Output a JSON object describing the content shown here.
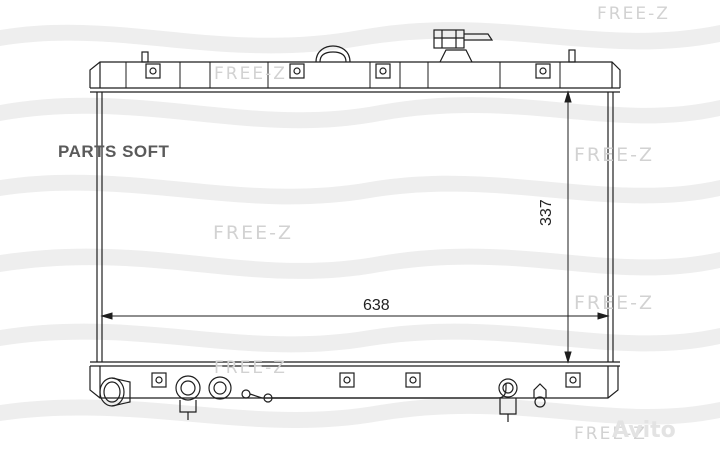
{
  "watermarks": {
    "brand": "FREE-Z",
    "parts": "PARTS SOFT",
    "avito": "Avito"
  },
  "dimensions": {
    "width": "638",
    "height": "337"
  },
  "colors": {
    "line": "#1e1e1e",
    "watermark": "#d2d2d2",
    "wave": "#ececec"
  }
}
